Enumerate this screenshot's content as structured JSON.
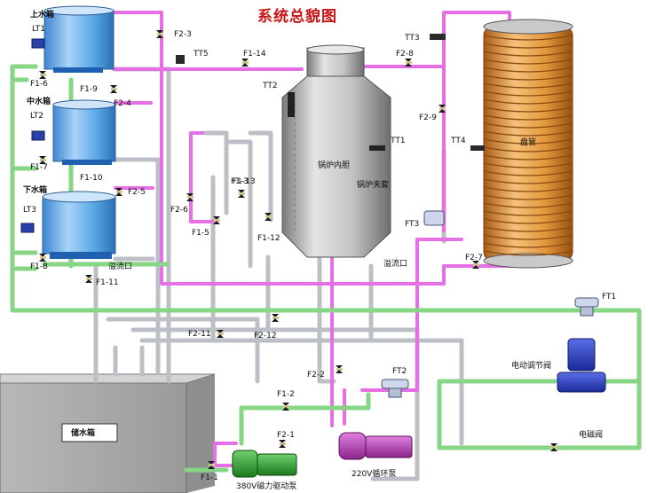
{
  "title": "系统总貌图",
  "tanks": {
    "top": {
      "name": "上水箱",
      "sensor": "LT1"
    },
    "middle": {
      "name": "中水箱",
      "sensor": "LT2"
    },
    "bottom": {
      "name": "下水箱",
      "sensor": "LT3"
    },
    "storage": {
      "name": "储水箱"
    }
  },
  "boiler": {
    "inner": "锅炉内胆",
    "jacket": "锅炉夹套",
    "overflow": "溢流口"
  },
  "coil": {
    "name": "盘管"
  },
  "overflow_left": "溢流口",
  "temperature_sensors": [
    "TT1",
    "TT2",
    "TT3",
    "TT4",
    "TT5"
  ],
  "flow_meters": [
    "FT1",
    "FT2",
    "FT3"
  ],
  "valves": {
    "f1": [
      "F1-1",
      "F1-2",
      "F1-3",
      "F1-5",
      "F1-6",
      "F1-7",
      "F1-8",
      "F1-9",
      "F1-10",
      "F1-11",
      "F1-12",
      "F1-13",
      "F1-14"
    ],
    "f2": [
      "F2-1",
      "F2-2",
      "F2-3",
      "F2-4",
      "F2-5",
      "F2-6",
      "F2-7",
      "F2-8",
      "F2-9",
      "F2-11",
      "F2-12"
    ]
  },
  "equipment": {
    "pump_magnetic": "380V磁力驱动泵",
    "pump_circulation": "220V循环泵",
    "motor_valve": "电动调节阀",
    "solenoid_valve": "电磁阀"
  },
  "colors": {
    "title": "#c81414",
    "pipe_green": "#7fd27f",
    "pipe_pink": "#e66fe6",
    "pipe_gray": "#bfc3c8",
    "tank_water": "#5aa8e8",
    "coil": "#e0963c",
    "boiler": "#b4b4b4"
  }
}
